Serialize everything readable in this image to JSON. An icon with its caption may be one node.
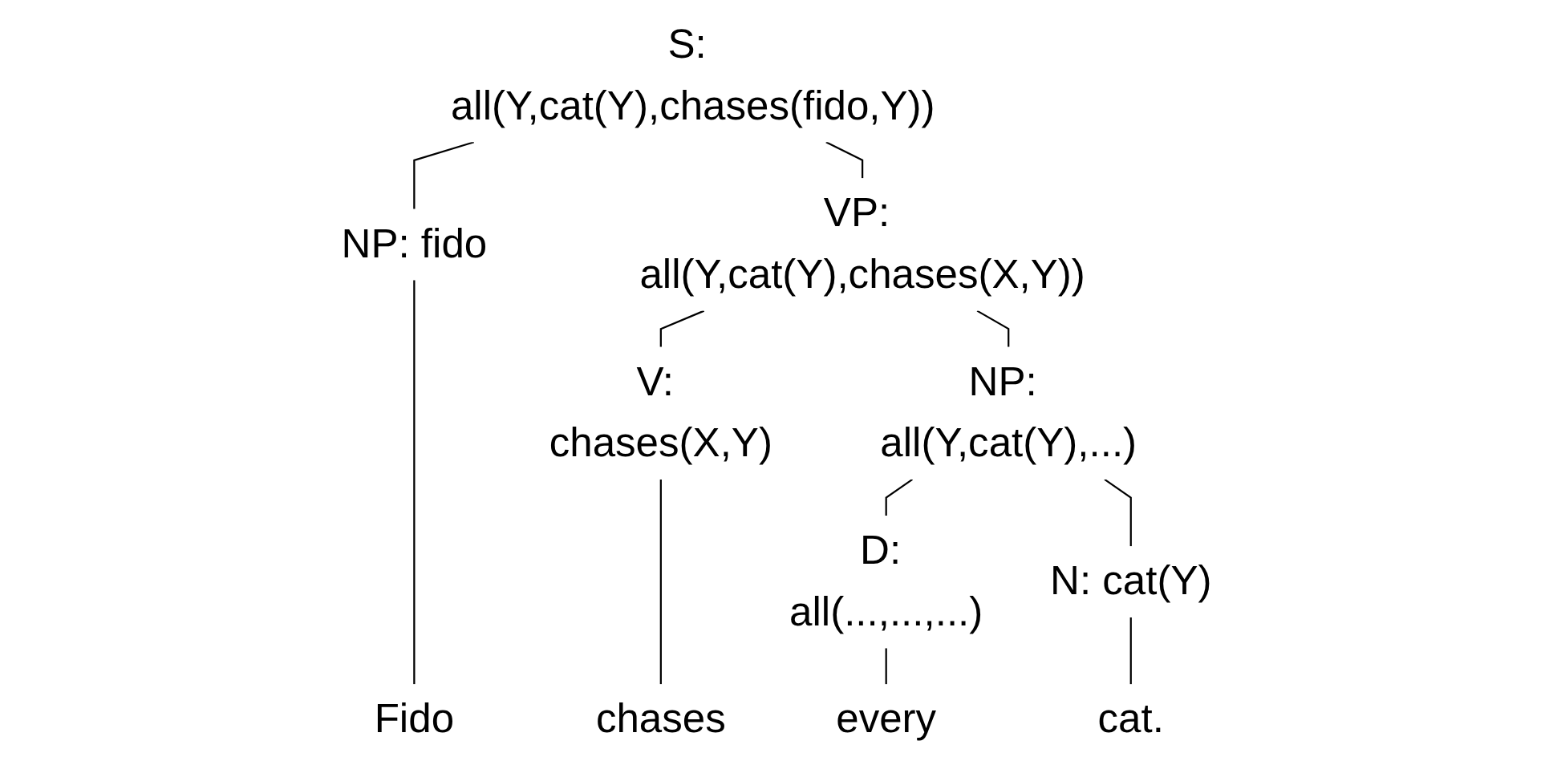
{
  "diagram": {
    "nodes": [
      {
        "text": [
          "S: all(Y,cat(Y),chases(fido,Y))"
        ]
      },
      {
        "text": [
          "NP: fido"
        ]
      },
      {
        "text": [
          "VP: all(Y,cat(Y),chases(X,Y))"
        ]
      },
      {
        "text": [
          "V: chases(X,Y)"
        ]
      },
      {
        "text": [
          "NP: all(Y,cat(Y),...)"
        ]
      },
      {
        "text": [
          "D: all(...,...,...)"
        ]
      },
      {
        "text": [
          "N: cat(Y)"
        ]
      },
      {
        "text": [
          "Fido"
        ]
      },
      {
        "text": [
          "chases"
        ]
      },
      {
        "text": [
          "every"
        ]
      },
      {
        "text": [
          "cat."
        ]
      }
    ],
    "edges": [
      {
        "from": 0,
        "to": 1,
        "arrow": "none"
      },
      {
        "from": 0,
        "to": 2,
        "arrow": "none"
      },
      {
        "from": 2,
        "to": 3,
        "arrow": "none"
      },
      {
        "from": 2,
        "to": 4,
        "arrow": "none"
      },
      {
        "from": 4,
        "to": 5,
        "arrow": "none"
      },
      {
        "from": 4,
        "to": 6,
        "arrow": "none"
      },
      {
        "from": 1,
        "to": 7,
        "arrow": "none"
      },
      {
        "from": 3,
        "to": 8,
        "arrow": "none"
      },
      {
        "from": 5,
        "to": 9,
        "arrow": "none"
      },
      {
        "from": 6,
        "to": 10,
        "arrow": "none"
      }
    ]
  }
}
